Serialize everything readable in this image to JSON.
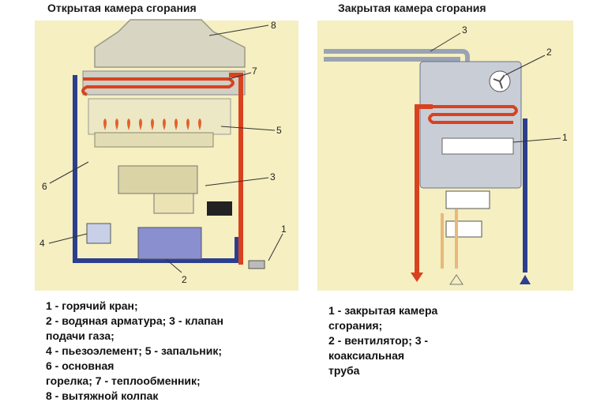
{
  "left": {
    "title": "Открытая камера сгорания",
    "callouts": [
      "1",
      "2",
      "3",
      "4",
      "5",
      "6",
      "7",
      "8"
    ],
    "legend": [
      "1 - горячий кран;",
      "2 - водяная арматура; 3 - клапан",
      "подачи газа;",
      "4 - пьезоэлемент; 5 - запальник;",
      "6 - основная",
      "горелка; 7 - теплообменник;",
      "8 - вытяжной колпак"
    ]
  },
  "right": {
    "title": "Закрытая камера сгорания",
    "callouts": [
      "1",
      "2",
      "3"
    ],
    "legend": [
      "1 - закрытая камера",
      "сгорания;",
      "2 - вентилятор; 3 -",
      "коаксиальная",
      "труба"
    ]
  },
  "colors": {
    "panel": "#f5efc1",
    "hot_pipe": "#d9421e",
    "cold_pipe": "#2c3f8f",
    "metal": "#c9cdd6",
    "flame": "#e4602a"
  }
}
